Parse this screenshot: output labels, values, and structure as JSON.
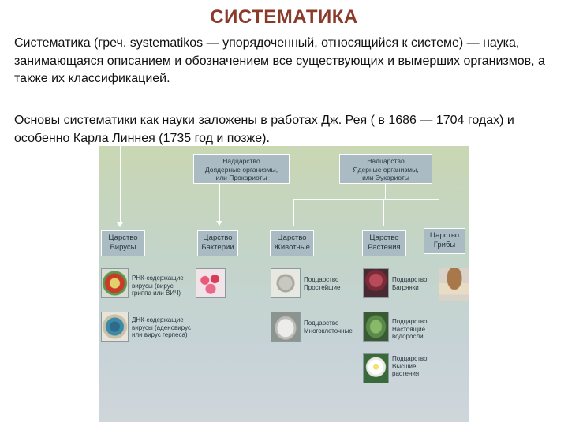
{
  "slide": {
    "title": "СИСТЕМАТИКА",
    "paragraph1": "Систематика (греч. systematikos — упорядоченный, относящийся к системе) — наука, занимающаяся описанием и обозначением все существующих и вымерших организмов, а также их классификацией.",
    "paragraph2": "Основы систематики как науки заложены в работах Дж. Рея ( в 1686 — 1704 годах) и особенно Карла Линнея (1735 год и позже)."
  },
  "diagram": {
    "superkingdom_prokaryotes": [
      "Надцарство",
      "Доядерные организмы,",
      "или Прокариоты"
    ],
    "superkingdom_eukaryotes": [
      "Надцарство",
      "Ядерные организмы,",
      "или Эукариоты"
    ],
    "kingdoms": {
      "viruses": [
        "Царство",
        "Вирусы"
      ],
      "bacteria": [
        "Царство",
        "Бактерии"
      ],
      "animals": [
        "Царство",
        "Животные"
      ],
      "plants": [
        "Царство",
        "Растения"
      ],
      "fungi": [
        "Царство",
        "Грибы"
      ]
    },
    "subgroups": {
      "rna_viruses": [
        "РНК-содержащие",
        "вирусы (вирус",
        "гриппа или ВИЧ)"
      ],
      "dna_viruses": [
        "ДНК-содержащие",
        "вирусы (аденовирус",
        "или вирус герпеса)"
      ],
      "protozoa": [
        "Подцарство",
        "Простейшие"
      ],
      "metazoa": [
        "Подцарство",
        "Многоклеточные"
      ],
      "red_algae": [
        "Подцарство",
        "Багрянки"
      ],
      "true_algae": [
        "Подцарство",
        "Настоящие",
        "водоросли"
      ],
      "higher_plants": [
        "Подцарство",
        "Высшие",
        "растения"
      ]
    }
  }
}
